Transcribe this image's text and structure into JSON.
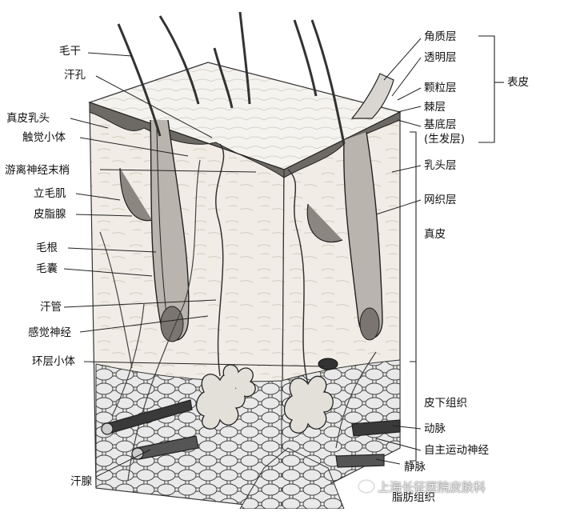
{
  "labels_left": [
    {
      "key": "hair_shaft",
      "text": "毛干"
    },
    {
      "key": "pore",
      "text": "汗孔"
    },
    {
      "key": "dermal_papilla",
      "text": "真皮乳头"
    },
    {
      "key": "tactile_corpuscle",
      "text": "触觉小体"
    },
    {
      "key": "free_nerve_endings",
      "text": "游离神经末梢"
    },
    {
      "key": "arrector_pili",
      "text": "立毛肌"
    },
    {
      "key": "sebaceous_gland",
      "text": "皮脂腺"
    },
    {
      "key": "hair_root",
      "text": "毛根"
    },
    {
      "key": "hair_follicle",
      "text": "毛囊"
    },
    {
      "key": "sweat_duct",
      "text": "汗管"
    },
    {
      "key": "sensory_nerve",
      "text": "感觉神经"
    },
    {
      "key": "lamellar_corpuscle",
      "text": "环层小体"
    },
    {
      "key": "sweat_gland",
      "text": "汗腺"
    }
  ],
  "labels_right": [
    {
      "key": "stratum_corneum",
      "text": "角质层"
    },
    {
      "key": "stratum_lucidum",
      "text": "透明层"
    },
    {
      "key": "stratum_granulosum",
      "text": "颗粒层"
    },
    {
      "key": "stratum_spinosum",
      "text": "棘层"
    },
    {
      "key": "stratum_basale",
      "text": "基底层"
    },
    {
      "key": "stratum_basale_note",
      "text": "(生发层)"
    },
    {
      "key": "papillary_layer",
      "text": "乳头层"
    },
    {
      "key": "reticular_layer",
      "text": "网织层"
    },
    {
      "key": "dermis",
      "text": "真皮"
    },
    {
      "key": "subcutaneous",
      "text": "皮下组织"
    },
    {
      "key": "artery",
      "text": "动脉"
    },
    {
      "key": "autonomic_nerve",
      "text": "自主运动神经"
    },
    {
      "key": "vein",
      "text": "静脉"
    },
    {
      "key": "adipose",
      "text": "脂肪组织"
    }
  ],
  "group_labels": {
    "epidermis": "表皮"
  },
  "watermark": {
    "text": "上海长征医院皮肤科"
  }
}
